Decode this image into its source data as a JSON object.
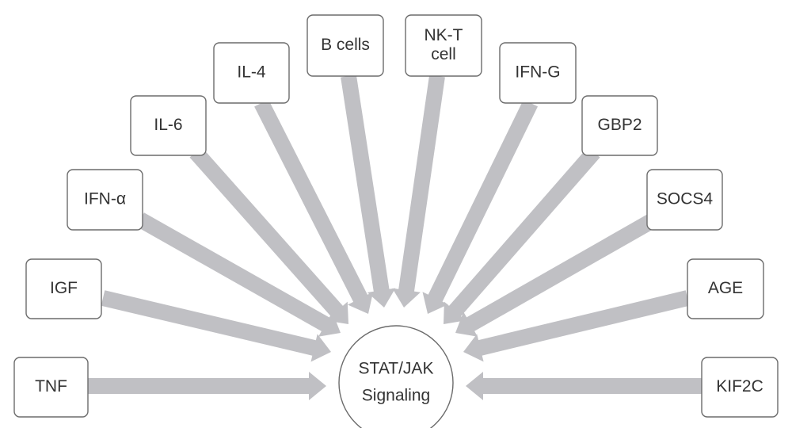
{
  "hub": {
    "lines": [
      "STAT/JAK",
      "Signaling"
    ]
  },
  "colors": {
    "arrow": "#c0c0c4",
    "border": "#6b6b6b",
    "text": "#333333"
  },
  "nodes": [
    {
      "id": "tnf",
      "lines": [
        "TNF"
      ]
    },
    {
      "id": "igf",
      "lines": [
        "IGF"
      ]
    },
    {
      "id": "ifn-alpha",
      "lines": [
        "IFN-α"
      ]
    },
    {
      "id": "il-6",
      "lines": [
        "IL-6"
      ]
    },
    {
      "id": "il-4",
      "lines": [
        "IL-4"
      ]
    },
    {
      "id": "b-cells",
      "lines": [
        "B cells"
      ]
    },
    {
      "id": "nk-t-cell",
      "lines": [
        "NK-T",
        "cell"
      ]
    },
    {
      "id": "ifn-g",
      "lines": [
        "IFN-G"
      ]
    },
    {
      "id": "gbp2",
      "lines": [
        "GBP2"
      ]
    },
    {
      "id": "socs4",
      "lines": [
        "SOCS4"
      ]
    },
    {
      "id": "age",
      "lines": [
        "AGE"
      ]
    },
    {
      "id": "kif2c",
      "lines": [
        "KIF2C"
      ]
    }
  ],
  "edges": [
    {
      "from": "tnf",
      "to": "hub"
    },
    {
      "from": "igf",
      "to": "hub"
    },
    {
      "from": "ifn-alpha",
      "to": "hub"
    },
    {
      "from": "il-6",
      "to": "hub"
    },
    {
      "from": "il-4",
      "to": "hub"
    },
    {
      "from": "b-cells",
      "to": "hub"
    },
    {
      "from": "nk-t-cell",
      "to": "hub"
    },
    {
      "from": "ifn-g",
      "to": "hub"
    },
    {
      "from": "gbp2",
      "to": "hub"
    },
    {
      "from": "socs4",
      "to": "hub"
    },
    {
      "from": "age",
      "to": "hub"
    },
    {
      "from": "kif2c",
      "to": "hub"
    }
  ]
}
